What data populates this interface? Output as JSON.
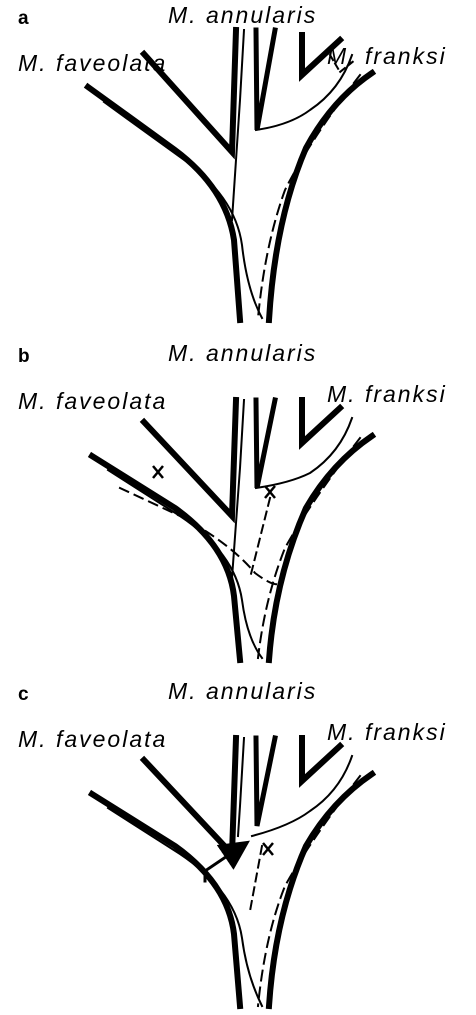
{
  "figure": {
    "panels": [
      {
        "letter": "a",
        "species": {
          "annularis": "M. annularis",
          "faveolata": "M. faveolata",
          "franksi": "M. franksi"
        },
        "hybridization": "none"
      },
      {
        "letter": "b",
        "species": {
          "annularis": "M. annularis",
          "faveolata": "M. faveolata",
          "franksi": "M. franksi"
        },
        "hybridization": "dashed lineage crossing with extinction marks",
        "markers": [
          "x",
          "x"
        ]
      },
      {
        "letter": "c",
        "species": {
          "annularis": "M. annularis",
          "faveolata": "M. faveolata",
          "franksi": "M. franksi"
        },
        "hybridization": "arrow between lineages",
        "markers": [
          "x"
        ]
      }
    ]
  }
}
